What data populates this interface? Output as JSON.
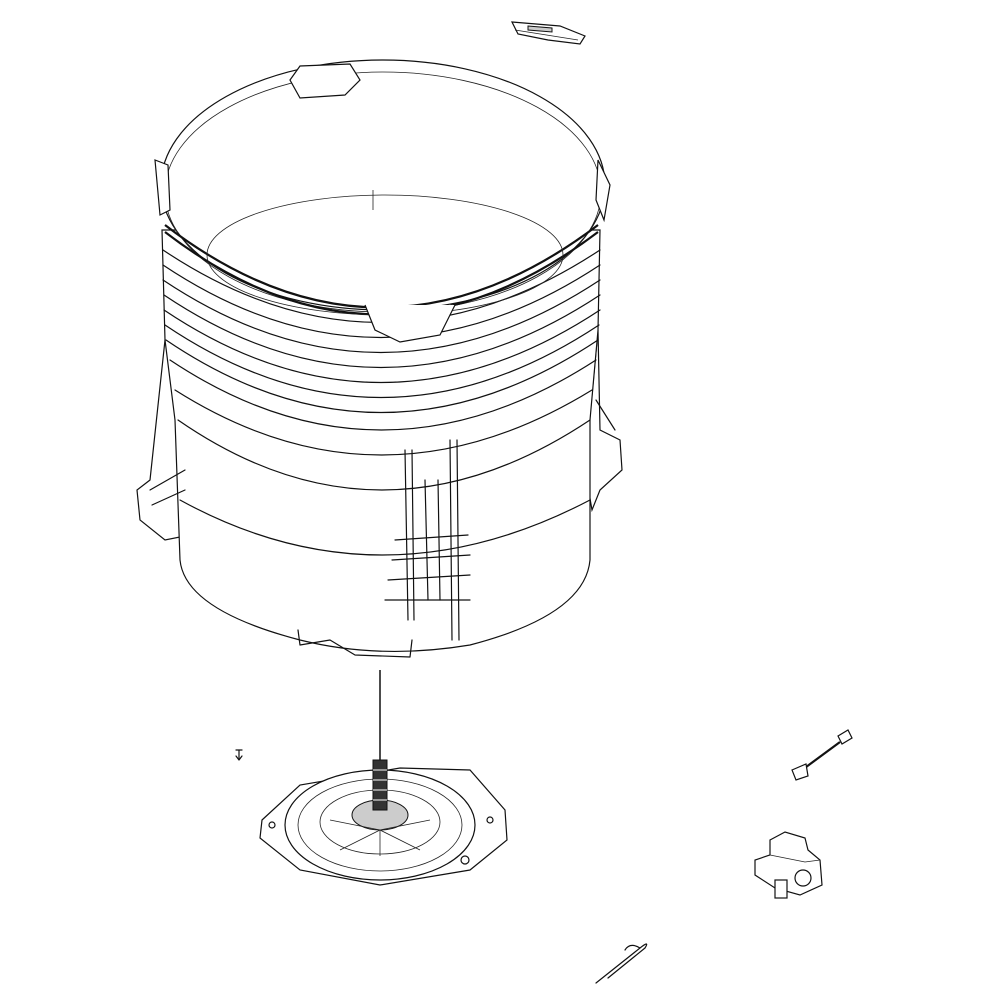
{
  "diagram": {
    "type": "exploded-parts-line-drawing",
    "background": "#ffffff",
    "stroke": "#111111",
    "parts": [
      "top-clip",
      "outer-tub",
      "drive-shaft-line",
      "screw",
      "motor-mount-bearing-assembly",
      "sensor-wire",
      "pump-valve",
      "hair-pin-clip"
    ]
  }
}
